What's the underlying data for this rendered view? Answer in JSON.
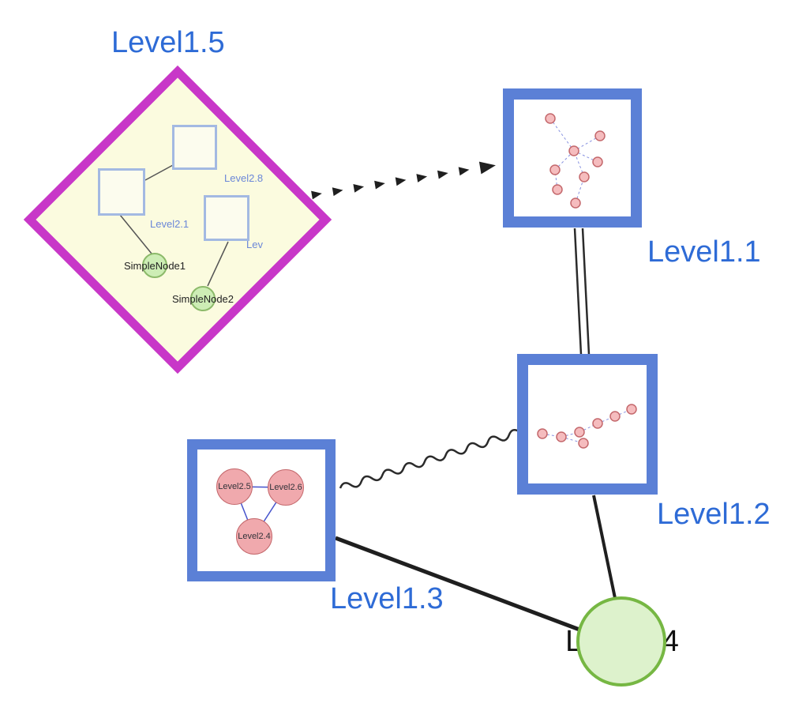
{
  "colors": {
    "diamond_border": "#c837c8",
    "diamond_fill": "#fbfbdf",
    "box_border": "#5b80d6",
    "label_blue": "#2e6bd6",
    "green_fill": "#ddf2cc",
    "green_border": "#76b743",
    "pink_fill": "#f0a9ad",
    "pink_border": "#c4686c",
    "edge_black": "#1f1f1f",
    "mini_edge_blue": "#8892e0"
  },
  "nodes": {
    "level1_5": {
      "label": "Level1.5"
    },
    "level1_1": {
      "label": "Level1.1"
    },
    "level1_2": {
      "label": "Level1.2"
    },
    "level1_3": {
      "label": "Level1.3"
    },
    "level1_4": {
      "label": "Level1.4"
    }
  },
  "level1_5_contents": {
    "square_top_label": "Level2.8",
    "square_left_label": "Level2.1",
    "square_right_label": "Lev",
    "simple_node_1": "SimpleNode1",
    "simple_node_2": "SimpleNode2"
  },
  "level1_3_contents": {
    "circle_left": "Level2.5",
    "circle_right": "Level2.6",
    "circle_bottom": "Level2.4"
  }
}
